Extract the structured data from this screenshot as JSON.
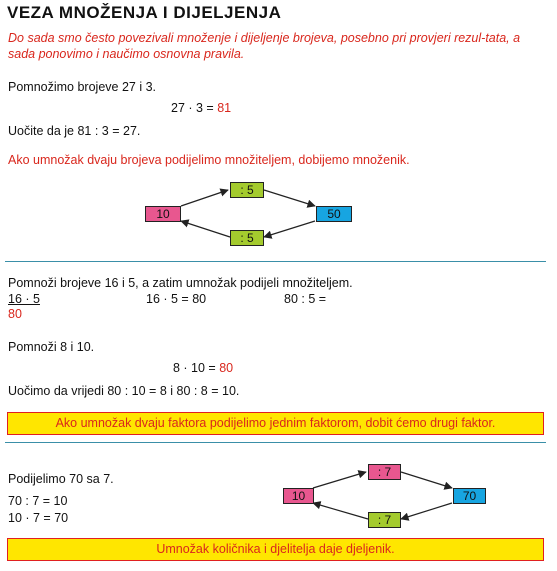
{
  "title": "VEZA MNOŽENJA I DIJELJENJA",
  "intro": "Do sada smo često povezivali množenje i dijeljenje brojeva, posebno pri provjeri rezul-tata, a sada ponovimo i naučimo osnovna pravila.",
  "section1": {
    "line1": "Pomnožimo brojeve 27 i 3.",
    "eq_left": "27 · 3 = ",
    "eq_result": "81",
    "line2": "Uočite da je 81 : 3 = 27.",
    "rule": "Ako umnožak dvaju brojeva podijelimo množiteljem, dobijemo množenik.",
    "diagram": {
      "left": "10",
      "right": "50",
      "top": ": 5",
      "bottom": ": 5"
    }
  },
  "section2": {
    "task": "Pomnoži brojeve 16 i 5, a zatim umnožak podijeli množiteljem.",
    "col1_top": "16 · 5",
    "col1_bottom": "80",
    "col2": "16 · 5 = 80",
    "col3": "80 : 5 =",
    "task2": "Pomnoži 8 i 10.",
    "eq_left": "8 · 10 = ",
    "eq_result": "80",
    "note": "Uočimo da vrijedi 80 : 10 = 8  i 80 : 8 = 10.",
    "banner": "Ako umnožak dvaju faktora podijelimo jednim faktorom, dobit ćemo drugi faktor."
  },
  "section3": {
    "task": "Podijelimo 70 sa 7.",
    "eq1": "70 : 7 = 10",
    "eq2": "10 · 7 = 70",
    "diagram": {
      "left": "10",
      "right": "70",
      "top": ": 7",
      "bottom": ": 7"
    },
    "banner": "Umnožak količnika i djelitelja daje djeljenik."
  },
  "colors": {
    "red_text": "#d9271d",
    "pink_box": "#e8578f",
    "blue_box": "#17a5e1",
    "green_box": "#a4cb2e",
    "banner_bg": "#ffe600",
    "rule_line": "#3a8fa8"
  }
}
